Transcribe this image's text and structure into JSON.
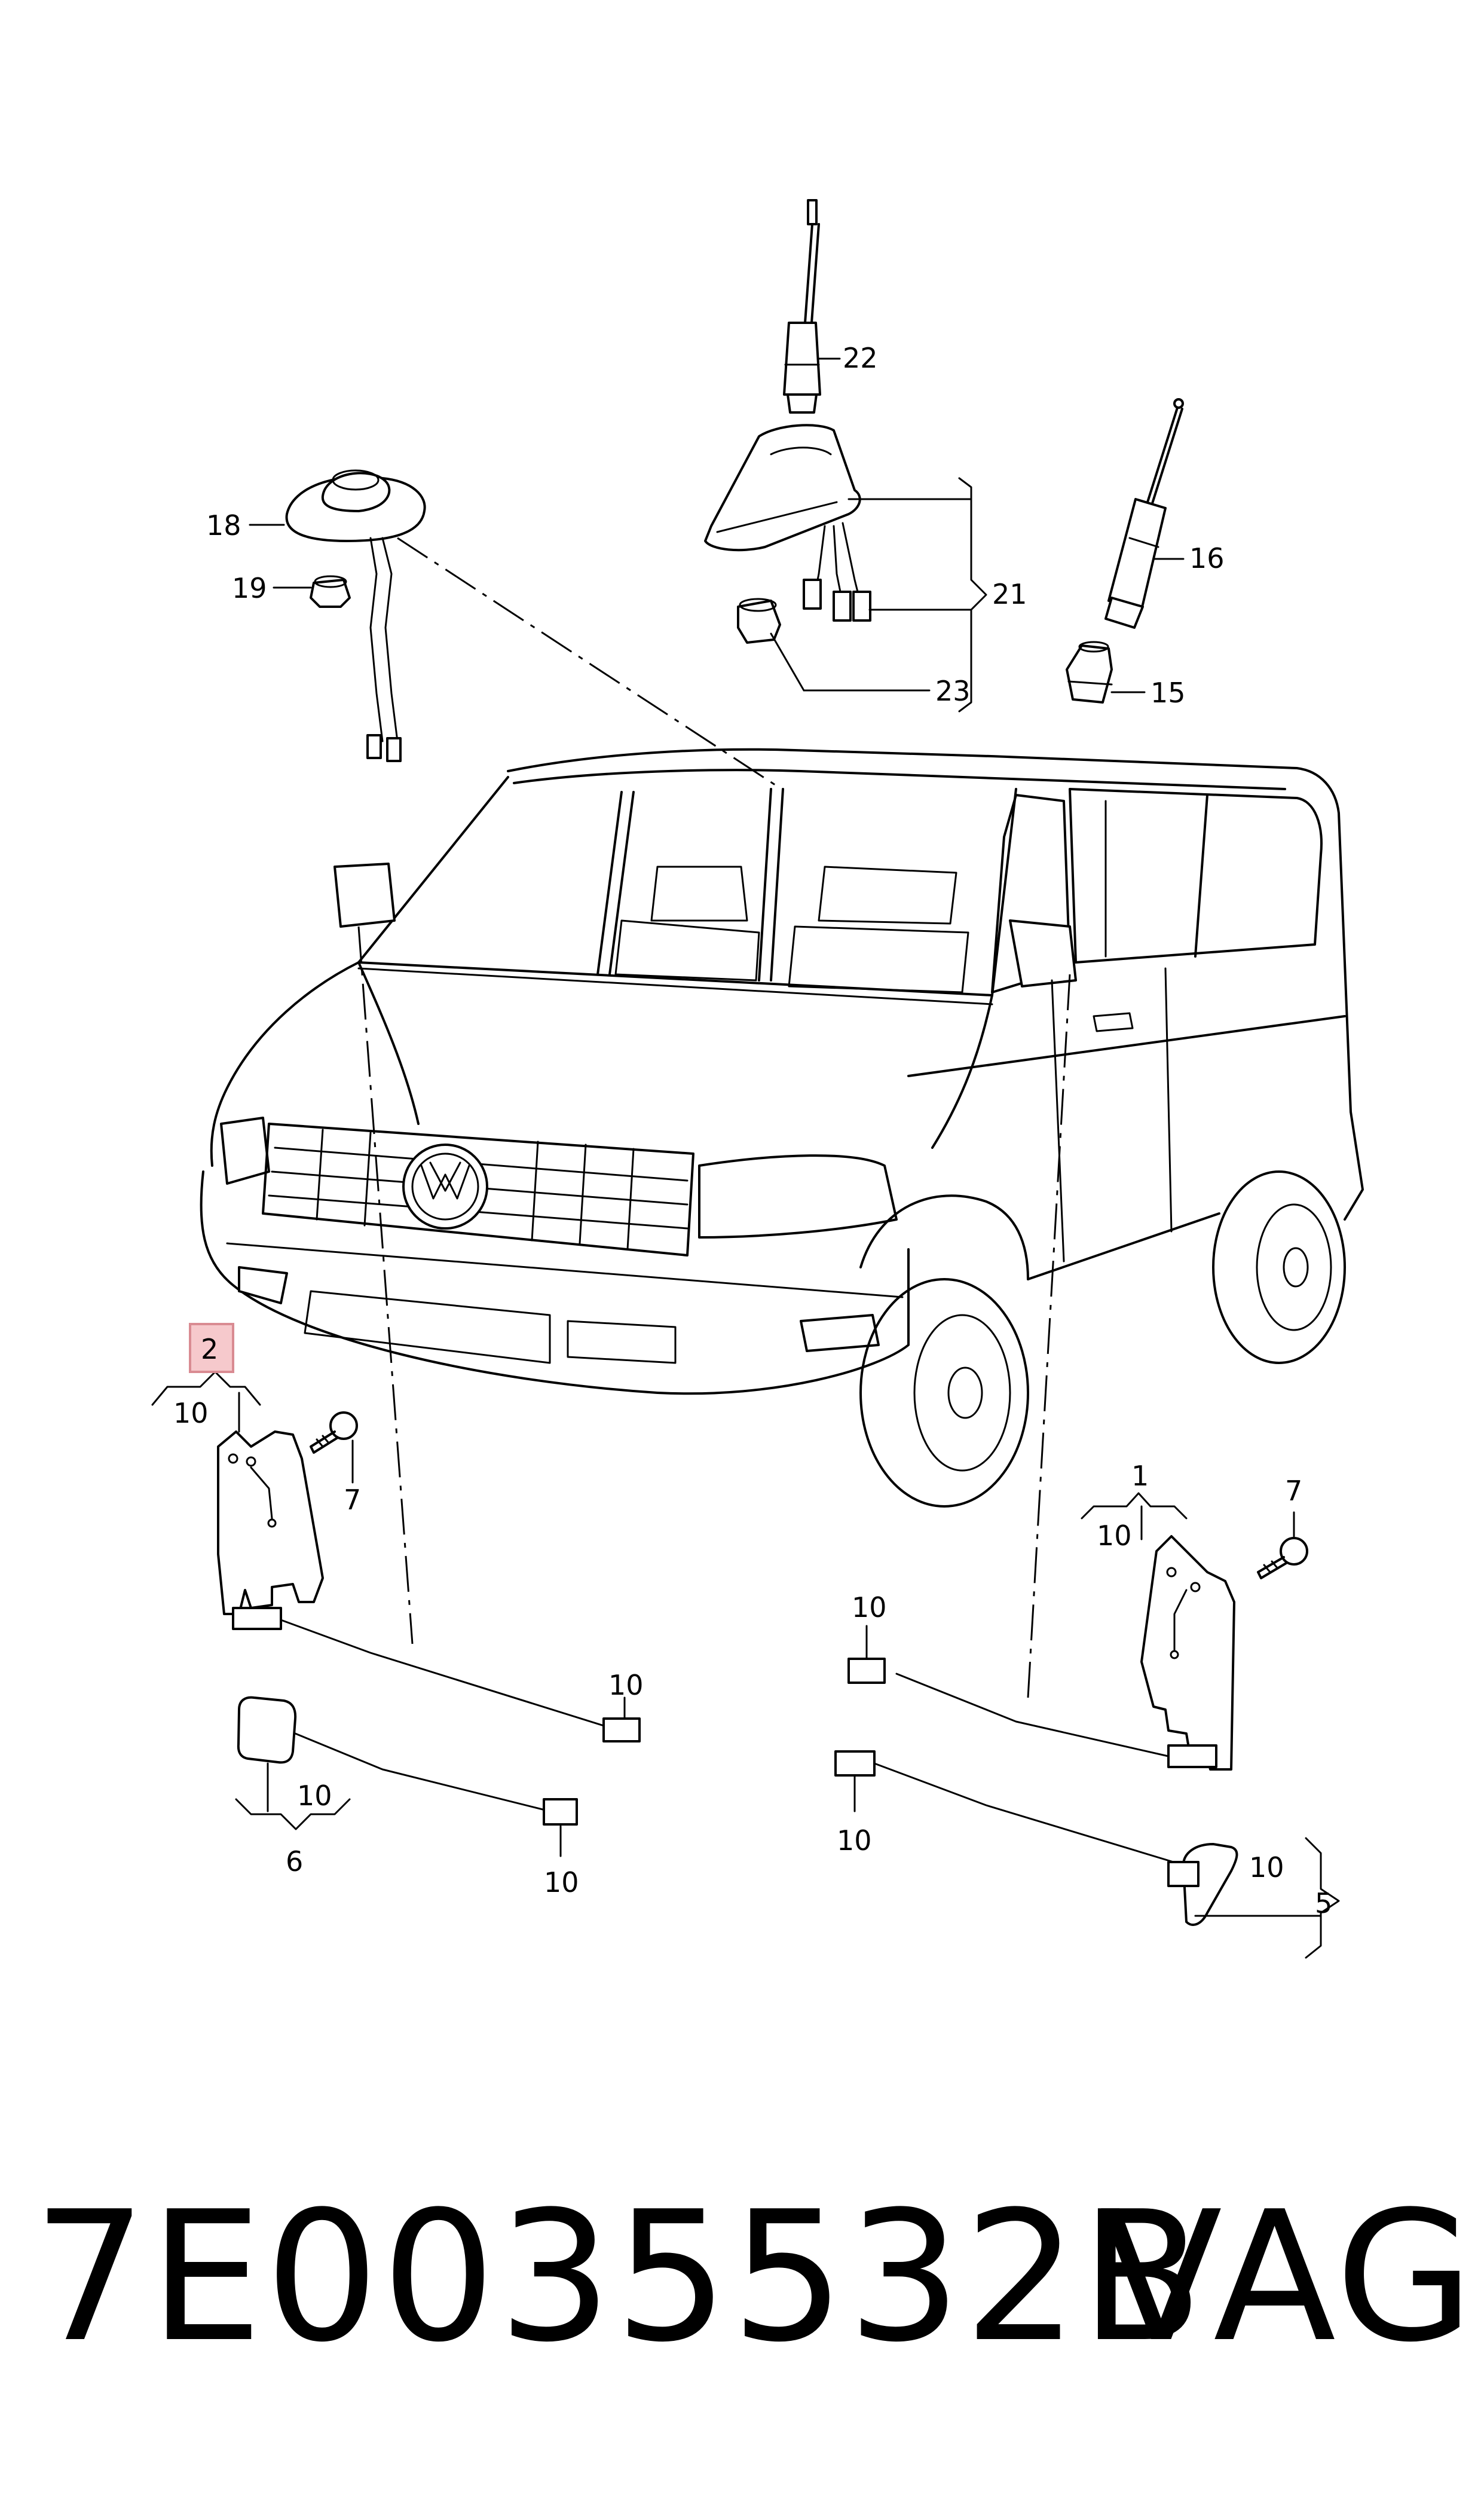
{
  "callouts": {
    "c22": "22",
    "c18": "18",
    "c19": "19",
    "c21": "21",
    "c16": "16",
    "c23": "23",
    "c15": "15",
    "c2": "2",
    "c10_left_top": "10",
    "c7_left": "7",
    "c1": "1",
    "c10_right_top": "10",
    "c7_right": "7",
    "c10_right_conn": "10",
    "c10_left_conn": "10",
    "c10_cable6": "10",
    "c6": "6",
    "c10_bottom_left": "10",
    "c10_bottom_right": "10",
    "c10_cable5": "10",
    "c5": "5"
  },
  "highlight_color": "#f6c9cc",
  "footer": {
    "part_number": "7E0035532B",
    "brand": "VAG"
  }
}
